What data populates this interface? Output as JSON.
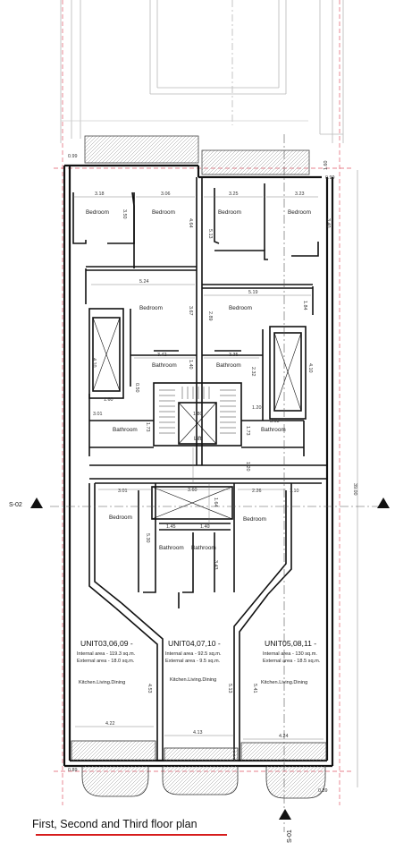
{
  "caption": "First, Second and Third floor plan",
  "section_markers": {
    "left": "S-02",
    "bottom": "S-01"
  },
  "rooms": {
    "bed_tl": "Bedroom",
    "bed_tc": "Bedroom",
    "bed_tr1": "Bedroom",
    "bed_tr2": "Bedroom",
    "bed_ml": "Bedroom",
    "bed_mr": "Bedroom",
    "bath_l1": "Bathroom",
    "bath_r1": "Bathroom",
    "bath_l2": "Bathroom",
    "bath_r2": "Bathroom",
    "lift": "Lift",
    "bed_ll": "Bedroom",
    "bed_lr": "Bedroom",
    "bath_c1": "Bathroom",
    "bath_c2": "Bathroom"
  },
  "units": [
    {
      "title": "UNIT03,06,09 -",
      "internal": "Internal area - 119.3 sq.m.",
      "external": "External area - 18.0 sq.m.",
      "rooms": "Kitchen.Living.Dining"
    },
    {
      "title": "UNIT04,07,10 -",
      "internal": "Internal area - 92.5 sq.m.",
      "external": "External area - 9.5 sq.m.",
      "rooms": "Kitchen.Living.Dining"
    },
    {
      "title": "UNIT05,08,11 -",
      "internal": "Internal area - 130 sq.m.",
      "external": "External area - 18.5 sq.m.",
      "rooms": "Kitchen.Living.Dining"
    }
  ],
  "dims": {
    "d099": "0.99",
    "d160top": "1.60",
    "d099r": "0.99",
    "d318": "3.18",
    "d306": "3.06",
    "d325": "3.25",
    "d323": "3.23",
    "d350": "3.50",
    "d464": "4.64",
    "d513": "5.13",
    "d340": "3.40",
    "d524": "5.24",
    "d519": "5.19",
    "d367": "3.67",
    "d289": "2.89",
    "d184": "1.84",
    "d410l": "4.10",
    "d410r": "4.10",
    "d342": "3.42",
    "d335": "3.35",
    "d140a": "1.40",
    "d232": "2.32",
    "d050": "0.50",
    "d160l": "1.60",
    "d180": "1.80",
    "d120": "1.20",
    "d301a": "3.01",
    "d303": "3.03",
    "d173l": "1.73",
    "d173r": "1.73",
    "d120b": "1.20",
    "d301": "3.01",
    "d360": "3.60",
    "d164": "1.64",
    "d226": "2.26",
    "d110": "1.10",
    "d145": "1.45",
    "d140b": "1.40",
    "d530": "5.30",
    "d343": "3.43",
    "d4xx": "4.53",
    "d513b": "5.13",
    "d541": "5.41",
    "d422": "4.22",
    "d413": "4.13",
    "d424": "4.24",
    "d089l": "0.89",
    "d089r": "0.89",
    "d3900": "39.00"
  }
}
